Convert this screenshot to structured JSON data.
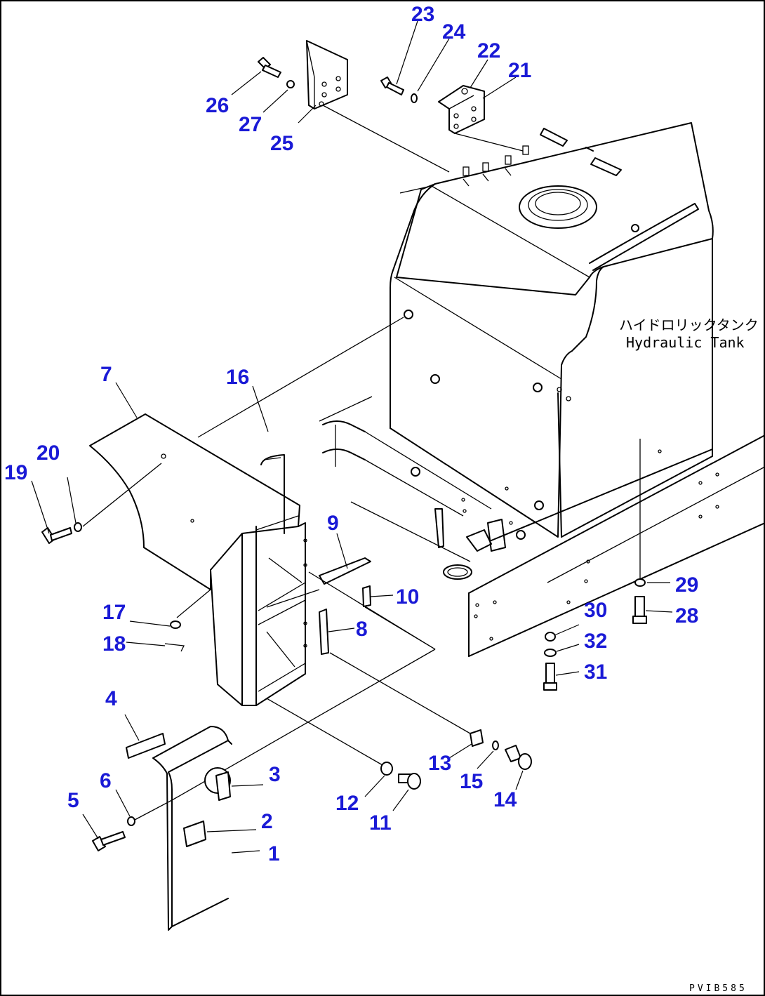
{
  "tank_label": {
    "japanese": "ハイドロリックタンク",
    "english": "Hydraulic Tank"
  },
  "part_numbers": [
    "1",
    "2",
    "3",
    "4",
    "5",
    "6",
    "7",
    "8",
    "9",
    "10",
    "11",
    "12",
    "13",
    "14",
    "15",
    "16",
    "17",
    "18",
    "19",
    "20",
    "21",
    "22",
    "23",
    "24",
    "25",
    "26",
    "27",
    "28",
    "29",
    "30",
    "31",
    "32"
  ],
  "drawing_code": "PVIB585"
}
